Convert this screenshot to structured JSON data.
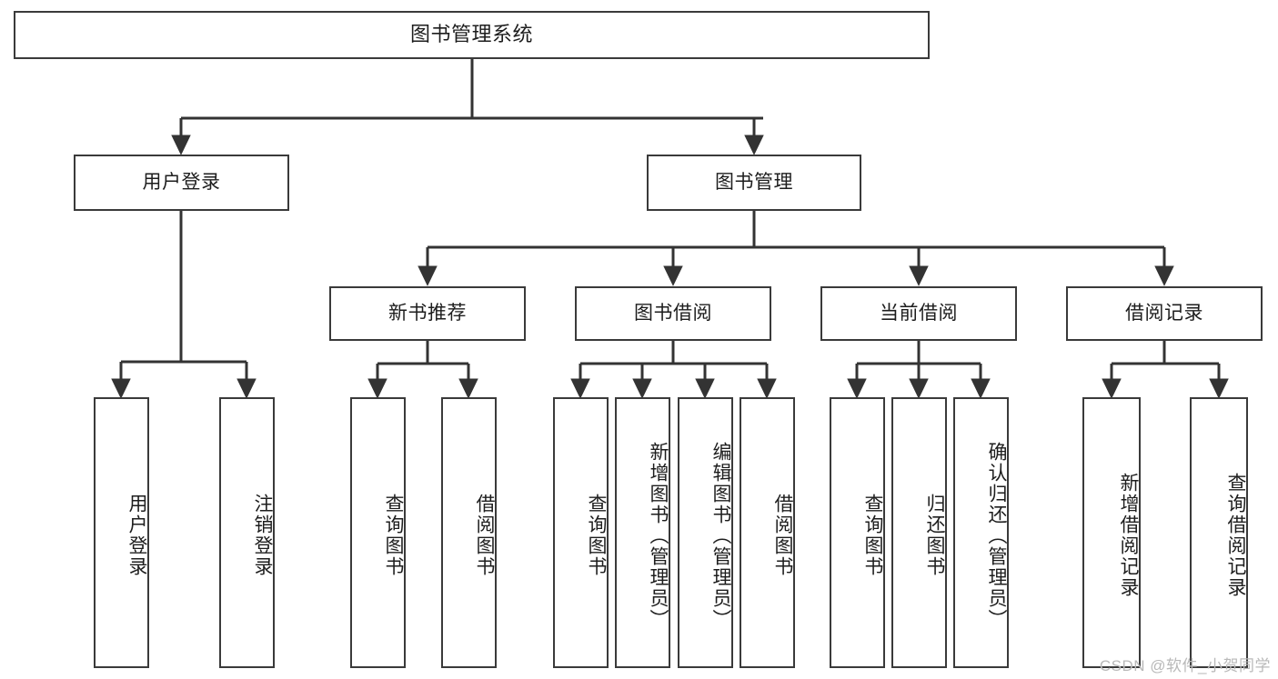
{
  "diagram": {
    "title": "图书管理系统",
    "type": "tree-hierarchy-diagram",
    "colors": {
      "box_border": "#3a3a3a",
      "box_fill": "#ffffff",
      "connector": "#333333",
      "text": "#1d1d1d",
      "watermark": "#b9b9b9",
      "background": "#ffffff"
    },
    "root": {
      "label": "图书管理系统"
    },
    "level2": [
      {
        "label": "用户登录"
      },
      {
        "label": "图书管理"
      }
    ],
    "level3": [
      {
        "label": "新书推荐"
      },
      {
        "label": "图书借阅"
      },
      {
        "label": "当前借阅"
      },
      {
        "label": "借阅记录"
      }
    ],
    "leaves": {
      "user_login": [
        {
          "label": "用户登录"
        },
        {
          "label": "注销登录"
        }
      ],
      "new_book_recommend": [
        {
          "label": "查询图书"
        },
        {
          "label": "借阅图书"
        }
      ],
      "book_borrow": [
        {
          "label": "查询图书"
        },
        {
          "label": "新增图书（管理员）"
        },
        {
          "label": "编辑图书（管理员）"
        },
        {
          "label": "借阅图书"
        }
      ],
      "current_borrow": [
        {
          "label": "查询图书"
        },
        {
          "label": "归还图书"
        },
        {
          "label": "确认归还（管理员）"
        }
      ],
      "borrow_record": [
        {
          "label": "新增借阅记录"
        },
        {
          "label": "查询借阅记录"
        }
      ]
    },
    "watermark": "CSDN @软件_小贺同学"
  }
}
